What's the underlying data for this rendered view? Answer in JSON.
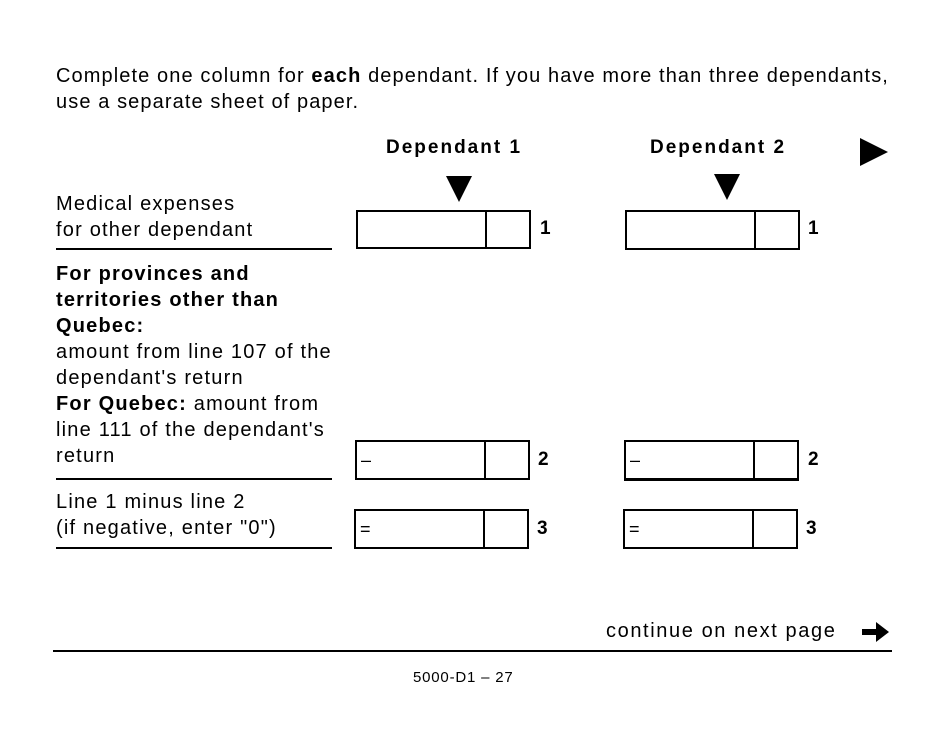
{
  "intro": {
    "text_before": "Complete one column for ",
    "bold": "each",
    "text_after": " dependant. If you have more than three dependants, use a separate sheet of paper."
  },
  "columns": [
    {
      "heading": "Dependant 1"
    },
    {
      "heading": "Dependant 2"
    }
  ],
  "icons": {
    "column_pointer": "down-triangle-icon",
    "more_columns": "right-triangle-icon",
    "continue": "right-arrow-icon"
  },
  "rows": [
    {
      "line": "1",
      "label_lines": [
        "Medical expenses",
        "for other dependant"
      ],
      "operator": "",
      "values": [
        "",
        ""
      ]
    },
    {
      "line": "2",
      "label_bold_1": "For provinces and territories other than Quebec:",
      "label_text_1": "amount from line 107 of the dependant's return",
      "label_bold_2": "For Quebec:",
      "label_text_2": " amount from line 111 of the dependant's return",
      "operator": "–",
      "values": [
        "",
        ""
      ]
    },
    {
      "line": "3",
      "label_lines": [
        "Line 1 minus line 2",
        "(if negative, enter \"0\")"
      ],
      "operator": "=",
      "values": [
        "",
        ""
      ]
    }
  ],
  "footer": {
    "continue_text": "continue on next page",
    "page_number": "5000-D1 – 27"
  }
}
